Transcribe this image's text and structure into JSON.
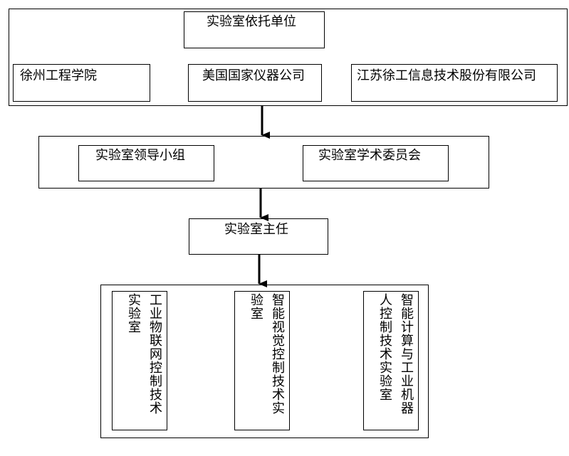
{
  "supporting_units": {
    "title": "实验室依托单位",
    "units": [
      "徐州工程学院",
      "美国国家仪器公司",
      "江苏徐工信息技术股份有限公司"
    ]
  },
  "leadership": {
    "groups": [
      "实验室领导小组",
      "实验室学术委员会"
    ]
  },
  "director": {
    "label": "实验室主任"
  },
  "labs": [
    {
      "col1": "工业物联网控制技术",
      "col2": "实验室"
    },
    {
      "col1": "智能视觉控制技术实",
      "col2": "验室"
    },
    {
      "col1": "智能计算与工业机器",
      "col2": "人控制技术实验室"
    }
  ]
}
